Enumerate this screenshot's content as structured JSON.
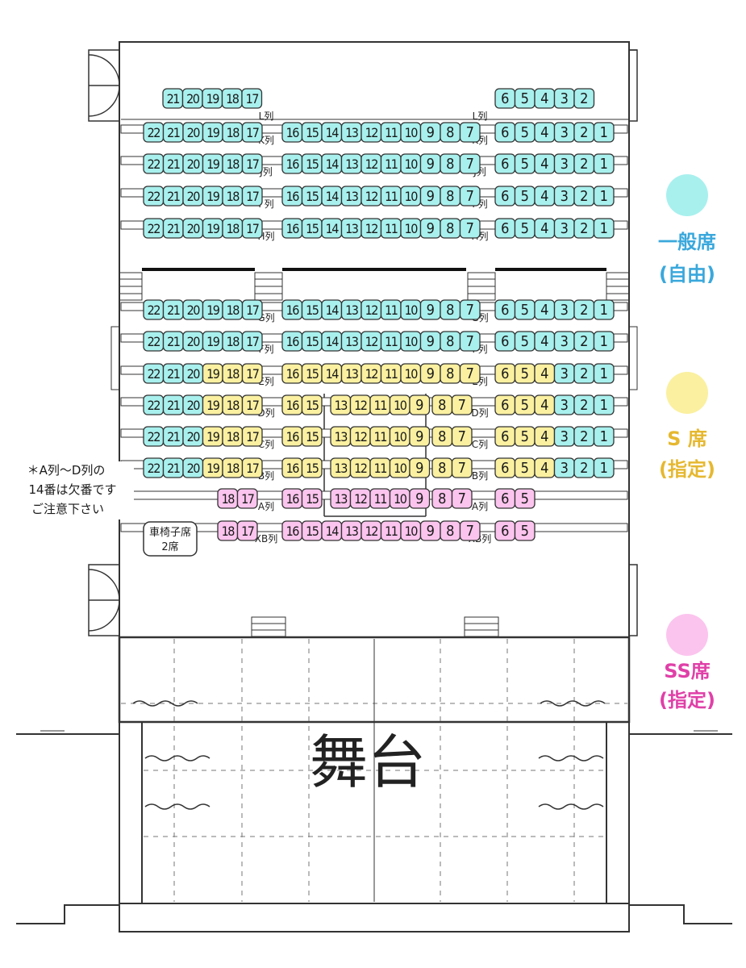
{
  "legend": [
    {
      "line1": "一般席",
      "line2": "(自由)",
      "color": "#a8f0ee",
      "text_color": "#3aa8dc"
    },
    {
      "line1": "S 席",
      "line2": "(指定)",
      "color": "#faf0a0",
      "text_color": "#e6b830"
    },
    {
      "line1": "SS席",
      "line2": "(指定)",
      "color": "#fbc4ee",
      "text_color": "#e040a8"
    }
  ],
  "colors": {
    "general": "#a8f0ee",
    "s": "#faf0a0",
    "ss": "#fbc4ee",
    "stroke": "#333333"
  },
  "note": {
    "lines": [
      "＊A列～D列の",
      "14番は欠番です",
      "ご注意下さい"
    ]
  },
  "wheelchair": {
    "line1": "車椅子席",
    "line2": "2席"
  },
  "stage_label": "舞台",
  "rows": [
    {
      "id": "L",
      "label": "L列",
      "seats": [
        [
          21,
          "general"
        ],
        [
          20,
          "general"
        ],
        [
          19,
          "general"
        ],
        [
          18,
          "general"
        ],
        [
          17,
          "general"
        ],
        [
          6,
          "general"
        ],
        [
          5,
          "general"
        ],
        [
          4,
          "general"
        ],
        [
          3,
          "general"
        ],
        [
          2,
          "general"
        ]
      ]
    },
    {
      "id": "K",
      "label": "K列",
      "seats": [
        [
          22,
          "general"
        ],
        [
          21,
          "general"
        ],
        [
          20,
          "general"
        ],
        [
          19,
          "general"
        ],
        [
          18,
          "general"
        ],
        [
          17,
          "general"
        ],
        [
          16,
          "general"
        ],
        [
          15,
          "general"
        ],
        [
          14,
          "general"
        ],
        [
          13,
          "general"
        ],
        [
          12,
          "general"
        ],
        [
          11,
          "general"
        ],
        [
          10,
          "general"
        ],
        [
          9,
          "general"
        ],
        [
          8,
          "general"
        ],
        [
          7,
          "general"
        ],
        [
          6,
          "general"
        ],
        [
          5,
          "general"
        ],
        [
          4,
          "general"
        ],
        [
          3,
          "general"
        ],
        [
          2,
          "general"
        ],
        [
          1,
          "general"
        ]
      ]
    },
    {
      "id": "J",
      "label": "J列",
      "seats": [
        [
          22,
          "general"
        ],
        [
          21,
          "general"
        ],
        [
          20,
          "general"
        ],
        [
          19,
          "general"
        ],
        [
          18,
          "general"
        ],
        [
          17,
          "general"
        ],
        [
          16,
          "general"
        ],
        [
          15,
          "general"
        ],
        [
          14,
          "general"
        ],
        [
          13,
          "general"
        ],
        [
          12,
          "general"
        ],
        [
          11,
          "general"
        ],
        [
          10,
          "general"
        ],
        [
          9,
          "general"
        ],
        [
          8,
          "general"
        ],
        [
          7,
          "general"
        ],
        [
          6,
          "general"
        ],
        [
          5,
          "general"
        ],
        [
          4,
          "general"
        ],
        [
          3,
          "general"
        ],
        [
          2,
          "general"
        ],
        [
          1,
          "general"
        ]
      ]
    },
    {
      "id": "I",
      "label": "I 列",
      "seats": [
        [
          22,
          "general"
        ],
        [
          21,
          "general"
        ],
        [
          20,
          "general"
        ],
        [
          19,
          "general"
        ],
        [
          18,
          "general"
        ],
        [
          17,
          "general"
        ],
        [
          16,
          "general"
        ],
        [
          15,
          "general"
        ],
        [
          14,
          "general"
        ],
        [
          13,
          "general"
        ],
        [
          12,
          "general"
        ],
        [
          11,
          "general"
        ],
        [
          10,
          "general"
        ],
        [
          9,
          "general"
        ],
        [
          8,
          "general"
        ],
        [
          7,
          "general"
        ],
        [
          6,
          "general"
        ],
        [
          5,
          "general"
        ],
        [
          4,
          "general"
        ],
        [
          3,
          "general"
        ],
        [
          2,
          "general"
        ],
        [
          1,
          "general"
        ]
      ]
    },
    {
      "id": "H",
      "label": "H列",
      "seats": [
        [
          22,
          "general"
        ],
        [
          21,
          "general"
        ],
        [
          20,
          "general"
        ],
        [
          19,
          "general"
        ],
        [
          18,
          "general"
        ],
        [
          17,
          "general"
        ],
        [
          16,
          "general"
        ],
        [
          15,
          "general"
        ],
        [
          14,
          "general"
        ],
        [
          13,
          "general"
        ],
        [
          12,
          "general"
        ],
        [
          11,
          "general"
        ],
        [
          10,
          "general"
        ],
        [
          9,
          "general"
        ],
        [
          8,
          "general"
        ],
        [
          7,
          "general"
        ],
        [
          6,
          "general"
        ],
        [
          5,
          "general"
        ],
        [
          4,
          "general"
        ],
        [
          3,
          "general"
        ],
        [
          2,
          "general"
        ],
        [
          1,
          "general"
        ]
      ]
    },
    {
      "id": "G",
      "label": "G列",
      "seats": [
        [
          22,
          "general"
        ],
        [
          21,
          "general"
        ],
        [
          20,
          "general"
        ],
        [
          19,
          "general"
        ],
        [
          18,
          "general"
        ],
        [
          17,
          "general"
        ],
        [
          16,
          "general"
        ],
        [
          15,
          "general"
        ],
        [
          14,
          "general"
        ],
        [
          13,
          "general"
        ],
        [
          12,
          "general"
        ],
        [
          11,
          "general"
        ],
        [
          10,
          "general"
        ],
        [
          9,
          "general"
        ],
        [
          8,
          "general"
        ],
        [
          7,
          "general"
        ],
        [
          6,
          "general"
        ],
        [
          5,
          "general"
        ],
        [
          4,
          "general"
        ],
        [
          3,
          "general"
        ],
        [
          2,
          "general"
        ],
        [
          1,
          "general"
        ]
      ]
    },
    {
      "id": "F",
      "label": "F列",
      "seats": [
        [
          22,
          "general"
        ],
        [
          21,
          "general"
        ],
        [
          20,
          "general"
        ],
        [
          19,
          "general"
        ],
        [
          18,
          "general"
        ],
        [
          17,
          "general"
        ],
        [
          16,
          "general"
        ],
        [
          15,
          "general"
        ],
        [
          14,
          "general"
        ],
        [
          13,
          "general"
        ],
        [
          12,
          "general"
        ],
        [
          11,
          "general"
        ],
        [
          10,
          "general"
        ],
        [
          9,
          "general"
        ],
        [
          8,
          "general"
        ],
        [
          7,
          "general"
        ],
        [
          6,
          "general"
        ],
        [
          5,
          "general"
        ],
        [
          4,
          "general"
        ],
        [
          3,
          "general"
        ],
        [
          2,
          "general"
        ],
        [
          1,
          "general"
        ]
      ]
    },
    {
      "id": "E",
      "label": "E列",
      "seats": [
        [
          22,
          "general"
        ],
        [
          21,
          "general"
        ],
        [
          20,
          "general"
        ],
        [
          19,
          "s"
        ],
        [
          18,
          "s"
        ],
        [
          17,
          "s"
        ],
        [
          16,
          "s"
        ],
        [
          15,
          "s"
        ],
        [
          14,
          "s"
        ],
        [
          13,
          "s"
        ],
        [
          12,
          "s"
        ],
        [
          11,
          "s"
        ],
        [
          10,
          "s"
        ],
        [
          9,
          "s"
        ],
        [
          8,
          "s"
        ],
        [
          7,
          "s"
        ],
        [
          6,
          "s"
        ],
        [
          5,
          "s"
        ],
        [
          4,
          "s"
        ],
        [
          3,
          "general"
        ],
        [
          2,
          "general"
        ],
        [
          1,
          "general"
        ]
      ]
    },
    {
      "id": "D",
      "label": "D列",
      "seats": [
        [
          22,
          "general"
        ],
        [
          21,
          "general"
        ],
        [
          20,
          "general"
        ],
        [
          19,
          "s"
        ],
        [
          18,
          "s"
        ],
        [
          17,
          "s"
        ],
        [
          16,
          "s"
        ],
        [
          15,
          "s"
        ],
        [
          13,
          "s"
        ],
        [
          12,
          "s"
        ],
        [
          11,
          "s"
        ],
        [
          10,
          "s"
        ],
        [
          9,
          "s"
        ],
        [
          8,
          "s"
        ],
        [
          7,
          "s"
        ],
        [
          6,
          "s"
        ],
        [
          5,
          "s"
        ],
        [
          4,
          "s"
        ],
        [
          3,
          "general"
        ],
        [
          2,
          "general"
        ],
        [
          1,
          "general"
        ]
      ]
    },
    {
      "id": "C",
      "label": "C列",
      "seats": [
        [
          22,
          "general"
        ],
        [
          21,
          "general"
        ],
        [
          20,
          "general"
        ],
        [
          19,
          "s"
        ],
        [
          18,
          "s"
        ],
        [
          17,
          "s"
        ],
        [
          16,
          "s"
        ],
        [
          15,
          "s"
        ],
        [
          13,
          "s"
        ],
        [
          12,
          "s"
        ],
        [
          11,
          "s"
        ],
        [
          10,
          "s"
        ],
        [
          9,
          "s"
        ],
        [
          8,
          "s"
        ],
        [
          7,
          "s"
        ],
        [
          6,
          "s"
        ],
        [
          5,
          "s"
        ],
        [
          4,
          "s"
        ],
        [
          3,
          "general"
        ],
        [
          2,
          "general"
        ],
        [
          1,
          "general"
        ]
      ]
    },
    {
      "id": "B",
      "label": "B列",
      "seats": [
        [
          22,
          "general"
        ],
        [
          21,
          "general"
        ],
        [
          20,
          "general"
        ],
        [
          19,
          "s"
        ],
        [
          18,
          "s"
        ],
        [
          17,
          "s"
        ],
        [
          16,
          "s"
        ],
        [
          15,
          "s"
        ],
        [
          13,
          "s"
        ],
        [
          12,
          "s"
        ],
        [
          11,
          "s"
        ],
        [
          10,
          "s"
        ],
        [
          9,
          "s"
        ],
        [
          8,
          "s"
        ],
        [
          7,
          "s"
        ],
        [
          6,
          "s"
        ],
        [
          5,
          "s"
        ],
        [
          4,
          "s"
        ],
        [
          3,
          "general"
        ],
        [
          2,
          "general"
        ],
        [
          1,
          "general"
        ]
      ]
    },
    {
      "id": "A",
      "label": "A列",
      "seats": [
        [
          18,
          "ss"
        ],
        [
          17,
          "ss"
        ],
        [
          16,
          "ss"
        ],
        [
          15,
          "ss"
        ],
        [
          13,
          "ss"
        ],
        [
          12,
          "ss"
        ],
        [
          11,
          "ss"
        ],
        [
          10,
          "ss"
        ],
        [
          9,
          "ss"
        ],
        [
          8,
          "ss"
        ],
        [
          7,
          "ss"
        ],
        [
          6,
          "ss"
        ],
        [
          5,
          "ss"
        ]
      ]
    },
    {
      "id": "XB",
      "label": "XB列",
      "seats": [
        [
          18,
          "ss"
        ],
        [
          17,
          "ss"
        ],
        [
          16,
          "ss"
        ],
        [
          15,
          "ss"
        ],
        [
          14,
          "ss"
        ],
        [
          13,
          "ss"
        ],
        [
          12,
          "ss"
        ],
        [
          11,
          "ss"
        ],
        [
          10,
          "ss"
        ],
        [
          9,
          "ss"
        ],
        [
          8,
          "ss"
        ],
        [
          7,
          "ss"
        ],
        [
          6,
          "ss"
        ],
        [
          5,
          "ss"
        ]
      ]
    }
  ]
}
